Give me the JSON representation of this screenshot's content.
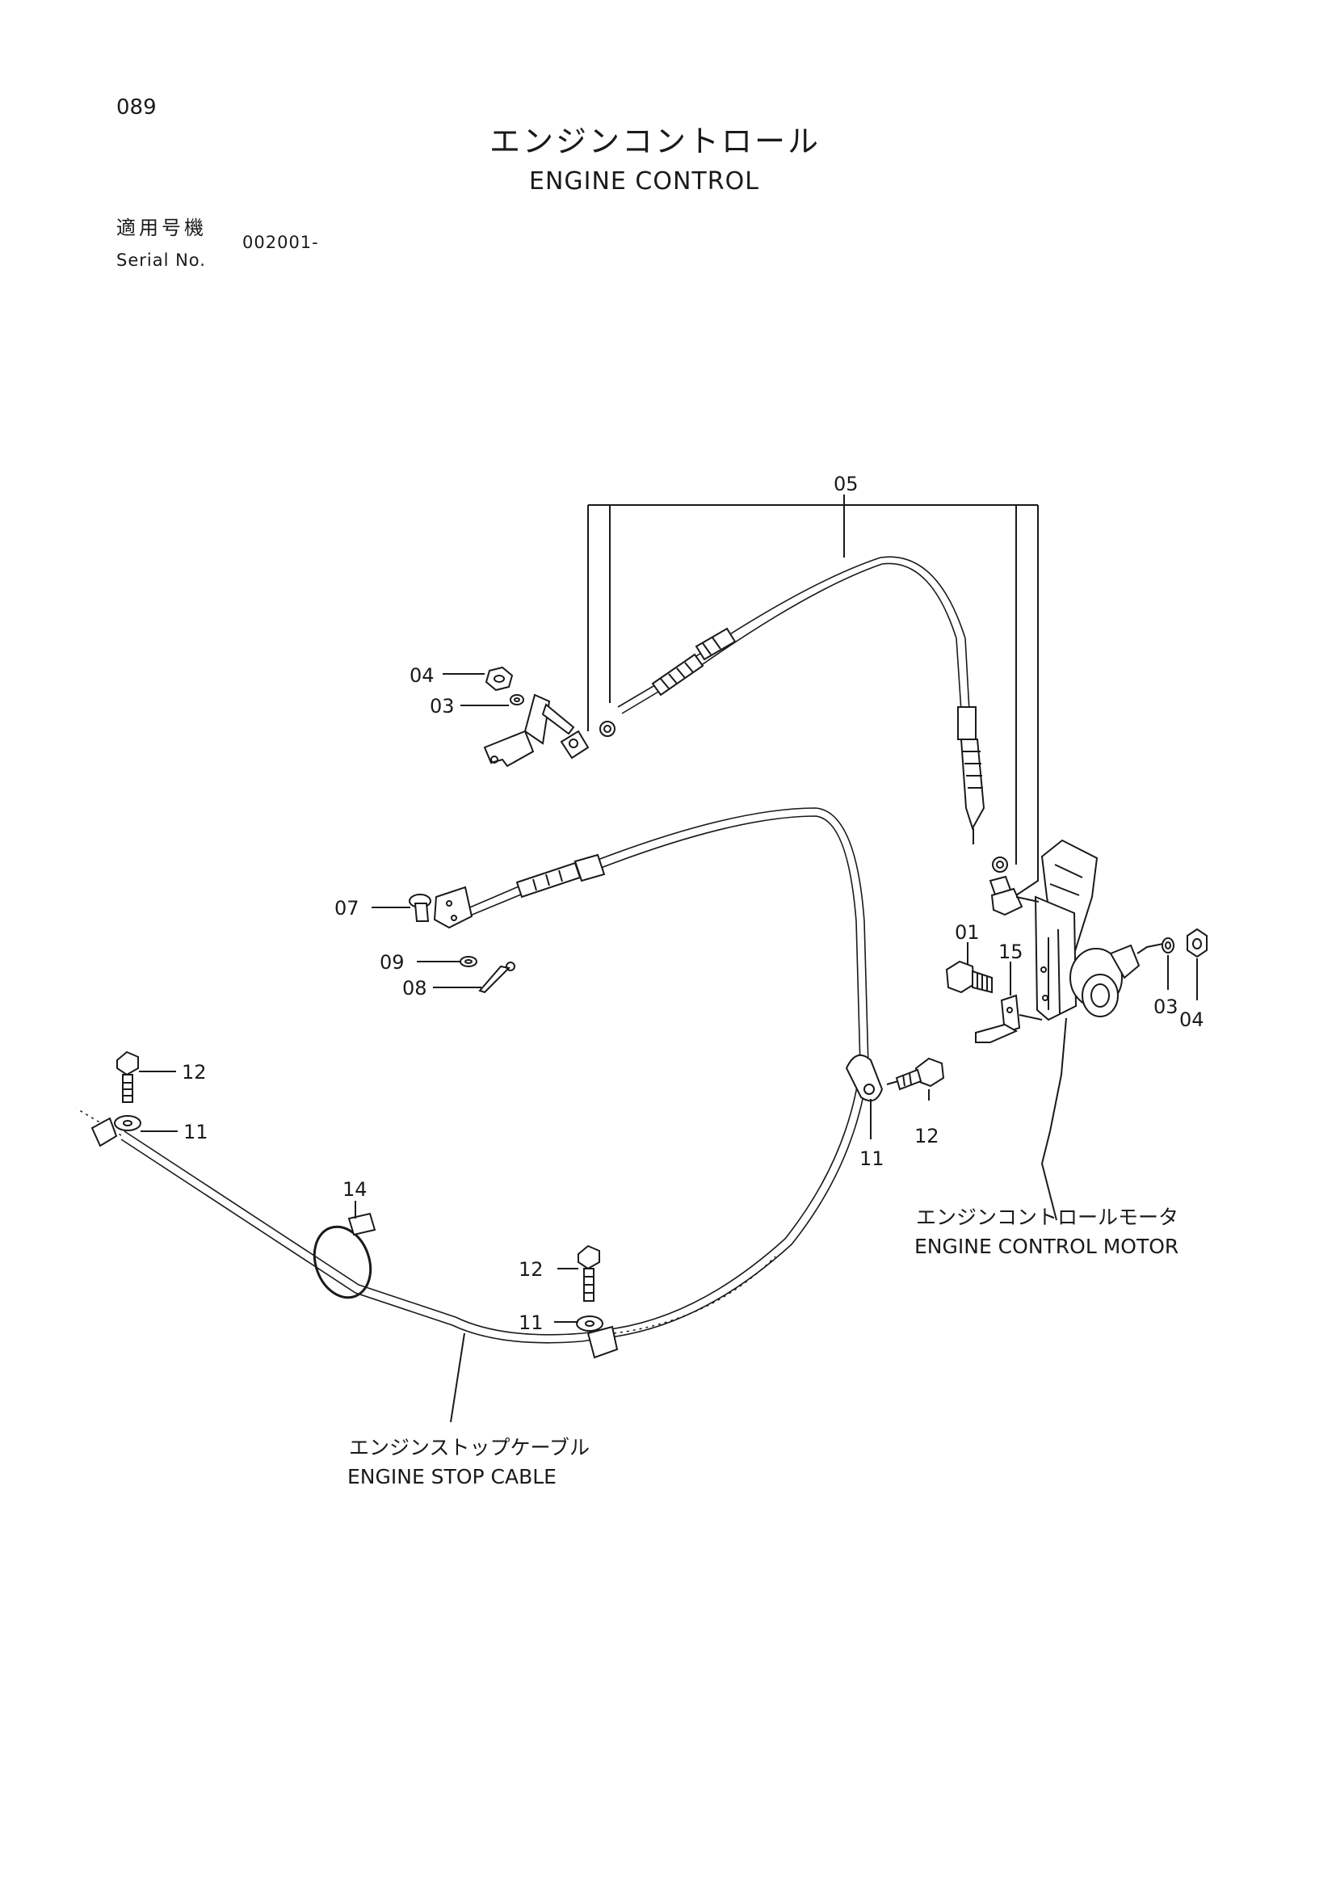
{
  "page_number": "089",
  "title": {
    "jp": "エンジンコントロール",
    "en": "ENGINE CONTROL"
  },
  "serial": {
    "label_jp": "適用号機",
    "label_en": "Serial No.",
    "value": "002001-"
  },
  "callouts": {
    "p01": "01",
    "p03a": "03",
    "p03b": "03",
    "p04a": "04",
    "p04b": "04",
    "p05": "05",
    "p07": "07",
    "p08": "08",
    "p09": "09",
    "p11a": "11",
    "p11b": "11",
    "p11c": "11",
    "p12a": "12",
    "p12b": "12",
    "p12c": "12",
    "p14": "14",
    "p15": "15"
  },
  "captions": {
    "motor": {
      "jp": "エンジンコントロールモータ",
      "en": "ENGINE CONTROL MOTOR"
    },
    "stop_cable": {
      "jp": "エンジンストップケーブル",
      "en": "ENGINE STOP CABLE"
    }
  }
}
